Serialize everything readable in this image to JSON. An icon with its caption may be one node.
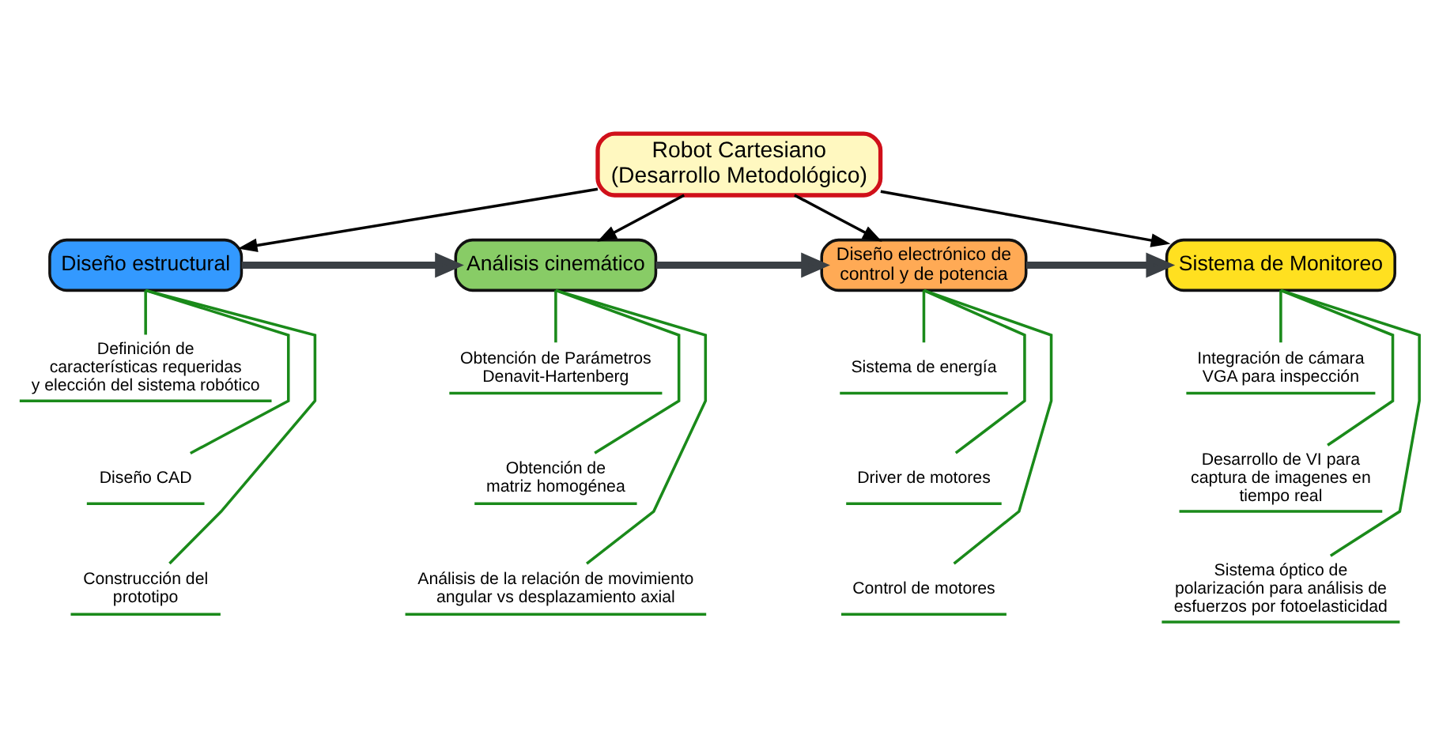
{
  "diagram": {
    "nodes": [
      {
        "text": [
          "Robot Cartesiano (Desarrollo Metodológico)"
        ]
      },
      {
        "text": [
          "Diseño estructural"
        ]
      },
      {
        "text": [
          "Análisis cinemático"
        ]
      },
      {
        "text": [
          "Diseño electrónico de control y de potencia"
        ]
      },
      {
        "text": [
          "Sistema de Monitoreo"
        ]
      },
      {
        "text": [
          "Definición de características requeridas y elección del sistema robótico"
        ]
      },
      {
        "text": [
          "Diseño CAD"
        ]
      },
      {
        "text": [
          "Construcción del prototipo"
        ]
      },
      {
        "text": [
          "Obtención de Parámetros Denavit-Hartenberg"
        ]
      },
      {
        "text": [
          "Obtención de matriz homogénea"
        ]
      },
      {
        "text": [
          "Análisis de la relación de movimiento angular vs desplazamiento axial"
        ]
      },
      {
        "text": [
          "Sistema de energía"
        ]
      },
      {
        "text": [
          "Driver de motores"
        ]
      },
      {
        "text": [
          "Control de motores"
        ]
      },
      {
        "text": [
          "Integración de cámara VGA para inspección"
        ]
      },
      {
        "text": [
          "Desarrollo de VI para captura de imagenes en tiempo real"
        ]
      },
      {
        "text": [
          "Sistema óptico de polarización para análisis de esfuerzos por fotoelasticidad"
        ]
      }
    ],
    "edges": [
      {
        "from": 0,
        "to": 1,
        "arrow": "to",
        "color": "#000000"
      },
      {
        "from": 0,
        "to": 2,
        "arrow": "to",
        "color": "#000000"
      },
      {
        "from": 0,
        "to": 3,
        "arrow": "to",
        "color": "#000000"
      },
      {
        "from": 0,
        "to": 4,
        "arrow": "to",
        "color": "#000000"
      },
      {
        "from": 1,
        "to": 2,
        "arrow": "to",
        "style": "thick",
        "color": "#3a3f44"
      },
      {
        "from": 2,
        "to": 3,
        "arrow": "to",
        "style": "thick",
        "color": "#3a3f44"
      },
      {
        "from": 3,
        "to": 4,
        "arrow": "to",
        "style": "thick",
        "color": "#3a3f44"
      },
      {
        "from": 1,
        "to": 5,
        "arrow": "none",
        "color": "#1a8a1a"
      },
      {
        "from": 1,
        "to": 6,
        "arrow": "none",
        "color": "#1a8a1a"
      },
      {
        "from": 1,
        "to": 7,
        "arrow": "none",
        "color": "#1a8a1a"
      },
      {
        "from": 2,
        "to": 8,
        "arrow": "none",
        "color": "#1a8a1a"
      },
      {
        "from": 2,
        "to": 9,
        "arrow": "none",
        "color": "#1a8a1a"
      },
      {
        "from": 2,
        "to": 10,
        "arrow": "none",
        "color": "#1a8a1a"
      },
      {
        "from": 3,
        "to": 11,
        "arrow": "none",
        "color": "#1a8a1a"
      },
      {
        "from": 3,
        "to": 12,
        "arrow": "none",
        "color": "#1a8a1a"
      },
      {
        "from": 3,
        "to": 13,
        "arrow": "none",
        "color": "#1a8a1a"
      },
      {
        "from": 4,
        "to": 14,
        "arrow": "none",
        "color": "#1a8a1a"
      },
      {
        "from": 4,
        "to": 15,
        "arrow": "none",
        "color": "#1a8a1a"
      },
      {
        "from": 4,
        "to": 16,
        "arrow": "none",
        "color": "#1a8a1a"
      }
    ]
  }
}
